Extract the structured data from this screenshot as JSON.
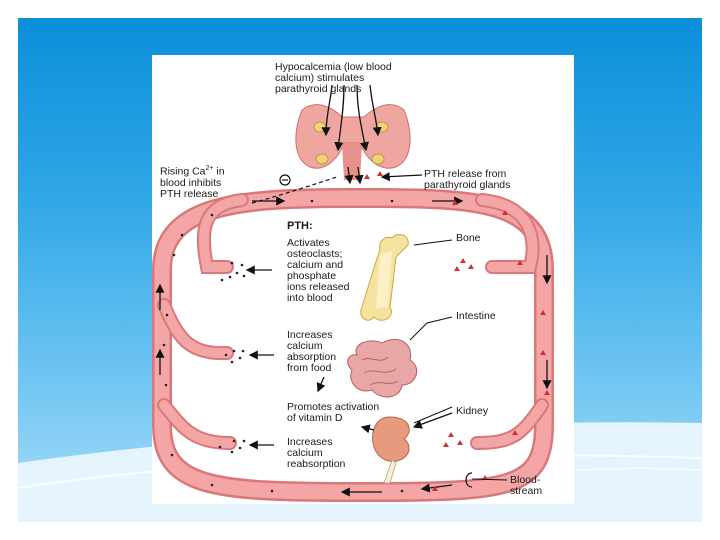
{
  "diagram": {
    "top_label": "Hypocalcemia (low blood\ncalcium) stimulates\nparathyroid glands",
    "rising_label_pre": "Rising Ca",
    "rising_label_sup": "2+",
    "rising_label_post": " in\nblood inhibits\nPTH release",
    "pth_release_label": "PTH release from\nparathyroid glands",
    "pth_heading": "PTH:",
    "effect_bone": "Activates\nosteoclasts;\ncalcium and\nphosphate\nions released\ninto blood",
    "effect_intestine": "Increases\ncalcium\nabsorption\nfrom food",
    "effect_vitamin_d": "Promotes activation\nof vitamin D",
    "effect_kidney": "Increases\ncalcium\nreabsorption",
    "organ_bone": "Bone",
    "organ_intestine": "Intestine",
    "organ_kidney": "Kidney",
    "bloodstream": "Blood-\nstream"
  },
  "colors": {
    "vessel": "#f4a6a6",
    "vessel_edge": "#d9787a",
    "gland": "#f0a6a0",
    "bone": "#f7e3a0",
    "kidney": "#e79a7d",
    "intestine": "#e8a6a6"
  }
}
